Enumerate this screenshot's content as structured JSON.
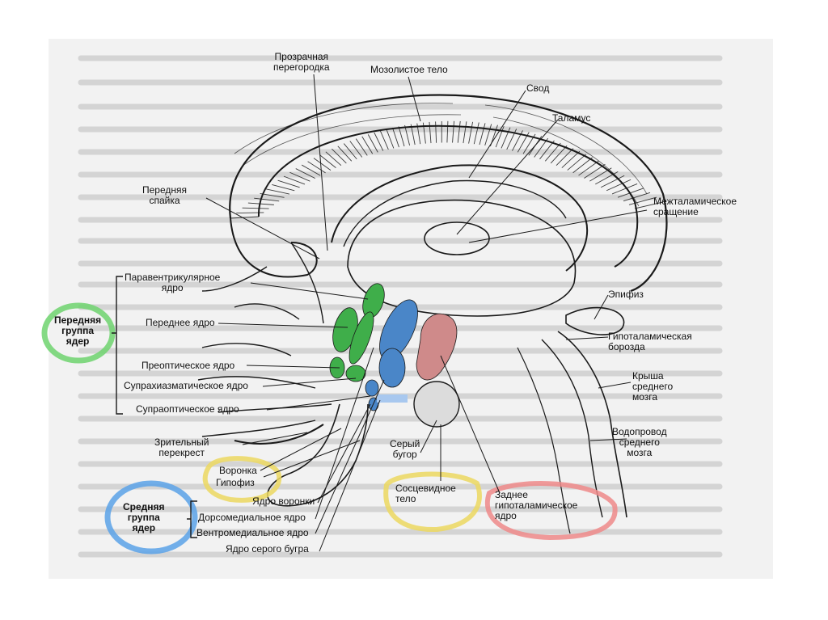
{
  "colors": {
    "page_bg": "#ffffff",
    "scan_bg": "#f2f2f2",
    "line": "#1a1a1a",
    "ghost_text": "#b4b4b4",
    "anterior_group": "#3fae4a",
    "middle_group": "#4a86c8",
    "posterior_nucleus": "#cf8a8a",
    "highlight_green": "#6fd36f",
    "highlight_blue": "#5aa2e8",
    "highlight_yellow": "#ecd860",
    "highlight_red": "#ef8a8a"
  },
  "labels": {
    "septum": "Прозрачная\nперегородка",
    "corpus_callosum": "Мозолистое тело",
    "fornix": "Свод",
    "thalamus": "Таламус",
    "anterior_commissure": "Передняя\nспайка",
    "interthalamic": "Межталамическое\nсращение",
    "paraventricular": "Паравентрикулярное\nядро",
    "anterior_nucleus": "Переднее ядро",
    "preoptic": "Преоптическое ядро",
    "suprachiasmatic": "Супрахиазматическое ядро",
    "supraoptic": "Супраоптическое ядро",
    "optic_chiasm": "Зрительный\nперекрест",
    "infundibulum": "Воронка",
    "hypophysis": "Гипофиз",
    "infundibular_nucleus": "Ядро воронки",
    "dorsomedial": "Дорсомедиальное ядро",
    "ventromedial": "Вентромедиальное ядро",
    "tuberal_nucleus": "Ядро серого бугра",
    "tuber_cinereum": "Серый\nбугор",
    "mammillary": "Сосцевидное\nтело",
    "posterior_hyp": "Заднее\nгипоталамическое\nядро",
    "epiphysis": "Эпифиз",
    "hyp_sulcus": "Гипоталамическая\nборозда",
    "tectum": "Крыша\nсреднего\nмозга",
    "aqueduct": "Водопровод\nсреднего\nмозга",
    "anterior_group": "Передняя\nгруппа\nядер",
    "middle_group": "Средняя\nгруппа\nядер"
  },
  "icons": {
    "anterior_group_highlight": "ellipse-highlight-icon",
    "middle_group_highlight": "ellipse-highlight-icon"
  }
}
